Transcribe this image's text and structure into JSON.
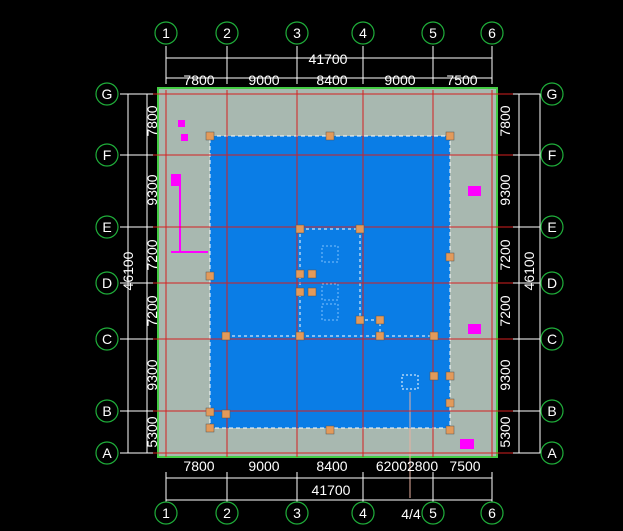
{
  "drawing": {
    "axes_numbered": [
      "1",
      "2",
      "3",
      "4",
      "5",
      "6"
    ],
    "axes_lettered": [
      "G",
      "F",
      "E",
      "D",
      "C",
      "B",
      "A"
    ],
    "top_total": "41700",
    "bottom_total": "41700",
    "top_spans": [
      "7800",
      "9000",
      "8400",
      "9000",
      "7500"
    ],
    "bottom_spans": [
      "7800",
      "9000",
      "8400",
      "62002800",
      "7500"
    ],
    "left_total": "46100",
    "right_total": "46100",
    "side_spans": [
      "7800",
      "9300",
      "7200",
      "7200",
      "9300",
      "5300"
    ],
    "extra_axis_label": "4/4",
    "colors": {
      "background": "#000000",
      "slab": "#a8b8b0",
      "pit": "#0a7de6",
      "grid": "#d42020",
      "dim_line": "#ffffff",
      "bubble": "#1fae3a",
      "column": "#e39a5a",
      "magenta": "#ff00ff",
      "border_green": "#44cc44"
    }
  }
}
